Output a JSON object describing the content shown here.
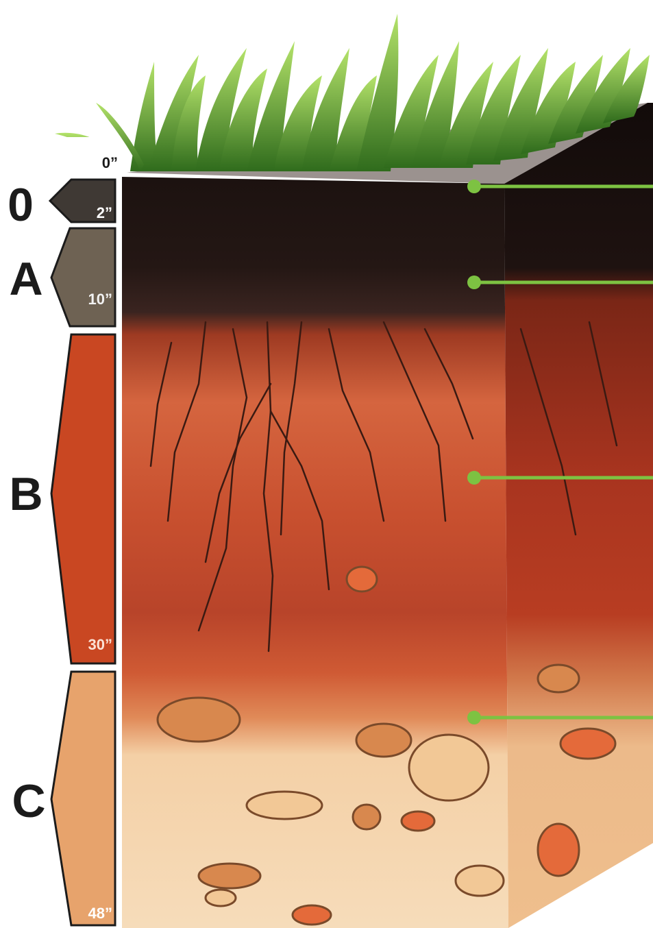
{
  "horizons": [
    {
      "letter": "0",
      "depth": "2”",
      "color": "#3f3934",
      "depth_color": "#ffffff"
    },
    {
      "letter": "A",
      "depth": "10”",
      "color": "#6e6253",
      "depth_color": "#f2f2f2"
    },
    {
      "letter": "B",
      "depth": "30”",
      "color": "#c94722",
      "depth_color": "#fbe2d6"
    },
    {
      "letter": "C",
      "depth": "48”",
      "color": "#e7a36c",
      "depth_color": "#ffffff"
    }
  ],
  "top_depth": "0”",
  "colors": {
    "grass": "#5aa02c",
    "grass_light": "#9ed14a",
    "topsoil": "#1e1412",
    "subsoil": "#b8482a",
    "parent": "#f2c896",
    "marker": "#7dc242",
    "outline": "#1b1b1b"
  }
}
